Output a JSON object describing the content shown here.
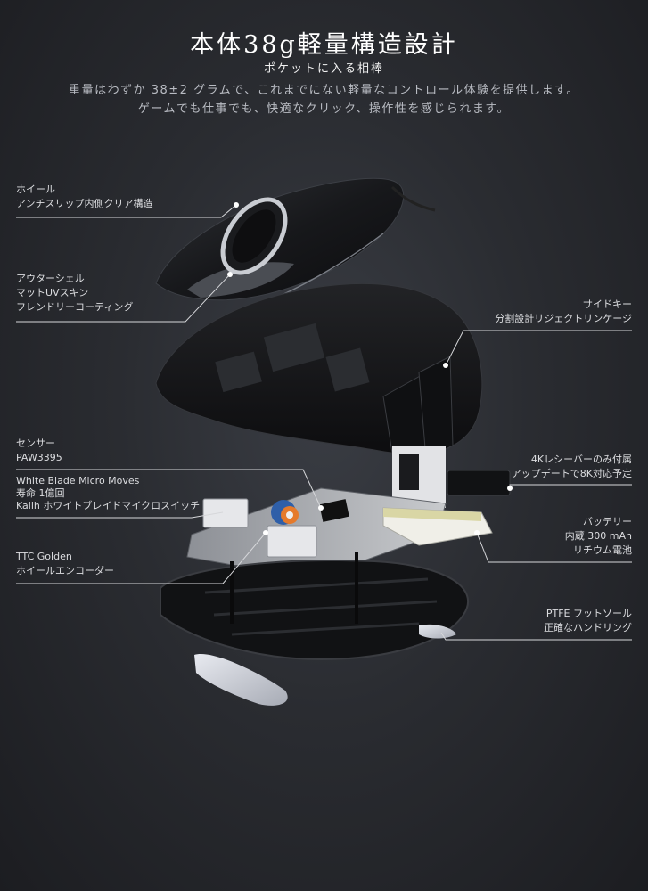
{
  "header": {
    "title": "本体38g軽量構造設計",
    "subtitle": "ポケットに入る相棒",
    "desc_line1": "重量はわずか 38±2 グラムで、これまでにない軽量なコントロール体験を提供します。",
    "desc_line2": "ゲームでも仕事でも、快適なクリック、操作性を感じられます。"
  },
  "callouts": {
    "wheel": [
      "ホイール",
      "アンチスリップ内側クリア構造"
    ],
    "shell": [
      "アウターシェル",
      "マットUVスキン",
      "フレンドリーコーティング"
    ],
    "side_keys": [
      "サイドキー",
      "分割設計リジェクトリンケージ"
    ],
    "sensor": [
      "センサー",
      "PAW3395"
    ],
    "switch": [
      "White Blade Micro Moves",
      "寿命 1億回",
      "Kailh ホワイトブレイドマイクロスイッチ"
    ],
    "encoder": [
      "TTC Golden",
      "ホイールエンコーダー"
    ],
    "receiver": [
      "4Kレシーバーのみ付属",
      "アップデートで8K対応予定"
    ],
    "battery": [
      "バッテリー",
      "内蔵 300 mAh",
      "リチウム電池"
    ],
    "feet": [
      "PTFE フットソール",
      "正確なハンドリング"
    ]
  }
}
